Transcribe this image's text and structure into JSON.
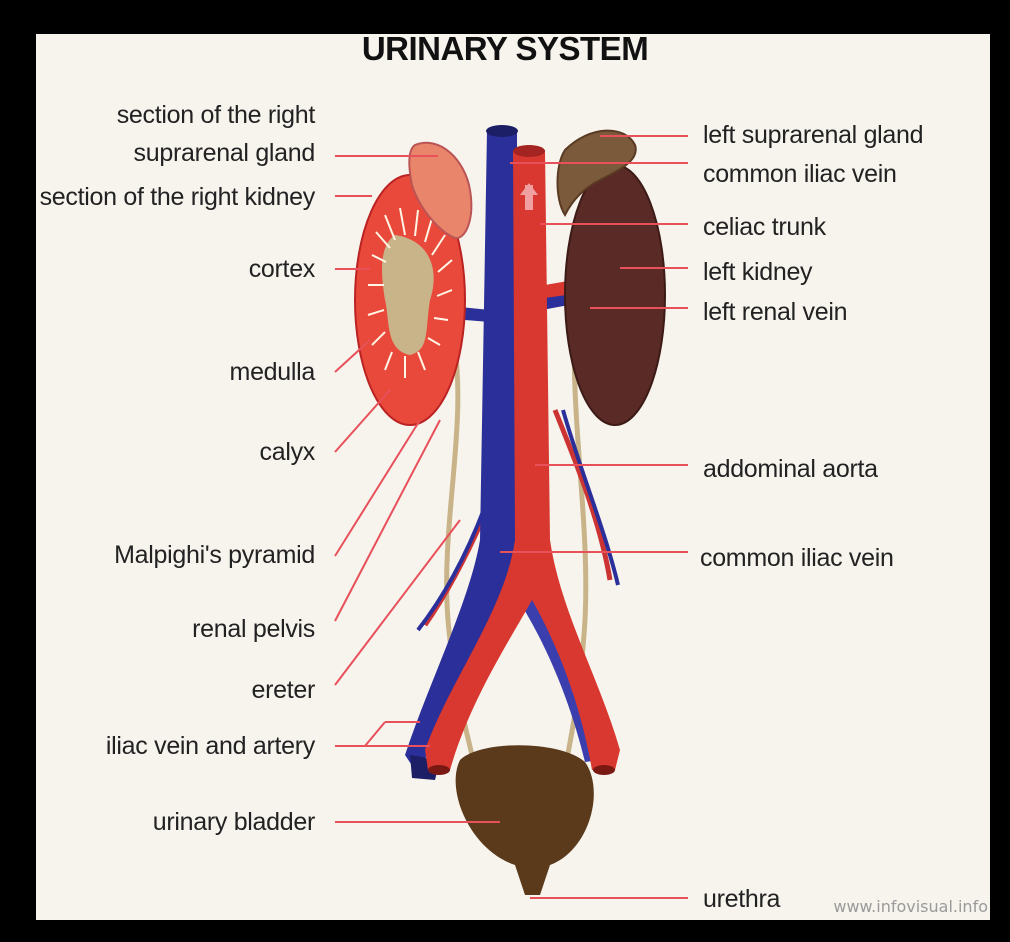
{
  "title": "URINARY SYSTEM",
  "left_labels": [
    "section of the right",
    "suprarenal gland",
    "section of the right kidney",
    "cortex",
    "medulla",
    "calyx",
    "Malpighi's pyramid",
    "renal pelvis",
    "ereter",
    "iliac vein and artery",
    "urinary bladder"
  ],
  "right_labels": [
    "left suprarenal gland",
    "common iliac vein",
    "celiac trunk",
    "left kidney",
    "left renal vein",
    "addominal aorta",
    "common iliac vein",
    "urethra"
  ],
  "watermark": "www.infovisual.info",
  "colors": {
    "artery": "#d8382f",
    "vein": "#2b2f9a",
    "kidney_section": "#e8493a",
    "left_kidney": "#5a2a26",
    "bladder": "#5b3a1c",
    "leader_line": "#e8505a"
  }
}
